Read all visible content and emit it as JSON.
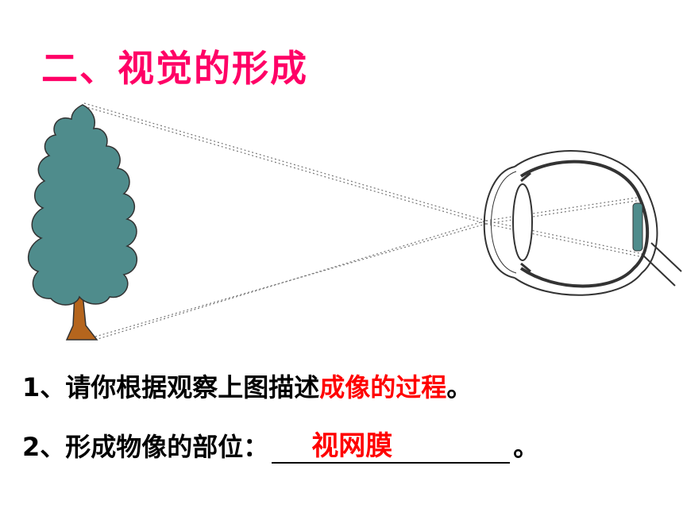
{
  "title": {
    "text": "二、视觉的形成",
    "color": "#ff0066"
  },
  "diagram": {
    "tree_foliage_color": "#4f8c8c",
    "tree_trunk_color": "#b5651d",
    "retina_image_color": "#4f8c8c"
  },
  "questions": [
    {
      "num": "1、",
      "before": "请你根据观察上图描述",
      "highlight": "成像的过程",
      "after": "。"
    },
    {
      "num": "2、",
      "before": "形成物像的部位：",
      "answer": "视网膜",
      "after": "。"
    }
  ]
}
